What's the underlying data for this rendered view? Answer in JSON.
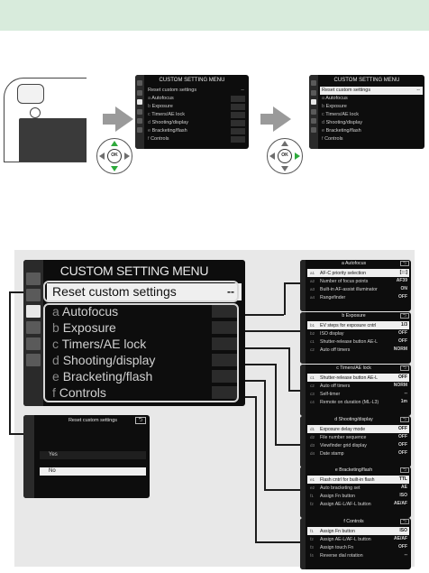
{
  "colors": {
    "band": "#d8ebdc",
    "panel": "#e8e8e8",
    "highlight": "#efefef",
    "screen": "#0d0d0d",
    "accent_green": "#2eaa3c"
  },
  "controls": {
    "ok_label": "OK"
  },
  "step_screen": {
    "title": "CUSTOM SETTING MENU",
    "reset": {
      "label": "Reset custom settings",
      "value": "--"
    },
    "items": [
      {
        "letter": "a",
        "label": "Autofocus"
      },
      {
        "letter": "b",
        "label": "Exposure"
      },
      {
        "letter": "c",
        "label": "Timers/AE lock"
      },
      {
        "letter": "d",
        "label": "Shooting/display"
      },
      {
        "letter": "e",
        "label": "Bracketing/flash"
      },
      {
        "letter": "f",
        "label": "Controls"
      }
    ]
  },
  "main_screen": {
    "title": "CUSTOM SETTING MENU",
    "reset": {
      "label": "Reset custom settings",
      "value": "--"
    },
    "items": [
      {
        "letter": "a",
        "label": "Autofocus"
      },
      {
        "letter": "b",
        "label": "Exposure"
      },
      {
        "letter": "c",
        "label": "Timers/AE lock"
      },
      {
        "letter": "d",
        "label": "Shooting/display"
      },
      {
        "letter": "e",
        "label": "Bracketing/flash"
      },
      {
        "letter": "f",
        "label": "Controls"
      }
    ]
  },
  "reset_dialog": {
    "title": "Reset custom settings",
    "back": "⮌",
    "yes": "Yes",
    "no": "No"
  },
  "submenus": [
    {
      "title": "a Autofocus",
      "back": "⮌",
      "rows": [
        {
          "code": "a1",
          "label": "AF-C priority selection",
          "value": "[:::]"
        },
        {
          "code": "a2",
          "label": "Number of focus points",
          "value": "AF39"
        },
        {
          "code": "a3",
          "label": "Built-in AF-assist illuminator",
          "value": "ON"
        },
        {
          "code": "a4",
          "label": "Rangefinder",
          "value": "OFF"
        }
      ]
    },
    {
      "title": "b Exposure",
      "back": "⮌",
      "rows": [
        {
          "code": "b1",
          "label": "EV steps for exposure cntrl",
          "value": "1/3"
        },
        {
          "code": "b2",
          "label": "ISO display",
          "value": "OFF"
        },
        {
          "code": "c1",
          "label": "Shutter-release button AE-L",
          "value": "OFF"
        },
        {
          "code": "c2",
          "label": "Auto off timers",
          "value": "NORM"
        }
      ]
    },
    {
      "title": "c Timers/AE lock",
      "back": "⮌",
      "rows": [
        {
          "code": "c1",
          "label": "Shutter-release button AE-L",
          "value": "OFF"
        },
        {
          "code": "c2",
          "label": "Auto off timers",
          "value": "NORM"
        },
        {
          "code": "c3",
          "label": "Self-timer",
          "value": "--"
        },
        {
          "code": "c4",
          "label": "Remote on duration (ML-L3)",
          "value": "1m"
        }
      ]
    },
    {
      "title": "d Shooting/display",
      "back": "⮌",
      "rows": [
        {
          "code": "d1",
          "label": "Exposure delay mode",
          "value": "OFF"
        },
        {
          "code": "d2",
          "label": "File number sequence",
          "value": "OFF"
        },
        {
          "code": "d3",
          "label": "Viewfinder grid display",
          "value": "OFF"
        },
        {
          "code": "d4",
          "label": "Date stamp",
          "value": "OFF"
        }
      ]
    },
    {
      "title": "e Bracketing/flash",
      "back": "⮌",
      "rows": [
        {
          "code": "e1",
          "label": "Flash cntrl for built-in flash",
          "value": "TTL"
        },
        {
          "code": "e2",
          "label": "Auto bracketing set",
          "value": "AE"
        },
        {
          "code": "f1",
          "label": "Assign Fn button",
          "value": "ISO"
        },
        {
          "code": "f2",
          "label": "Assign AE-L/AF-L button",
          "value": "AE/AF"
        }
      ]
    },
    {
      "title": "f Controls",
      "back": "⮌",
      "rows": [
        {
          "code": "f1",
          "label": "Assign Fn button",
          "value": "ISO"
        },
        {
          "code": "f2",
          "label": "Assign AE-L/AF-L button",
          "value": "AE/AF"
        },
        {
          "code": "f3",
          "label": "Assign touch Fn",
          "value": "OFF"
        },
        {
          "code": "f4",
          "label": "Reverse dial rotation",
          "value": "--"
        }
      ]
    }
  ]
}
